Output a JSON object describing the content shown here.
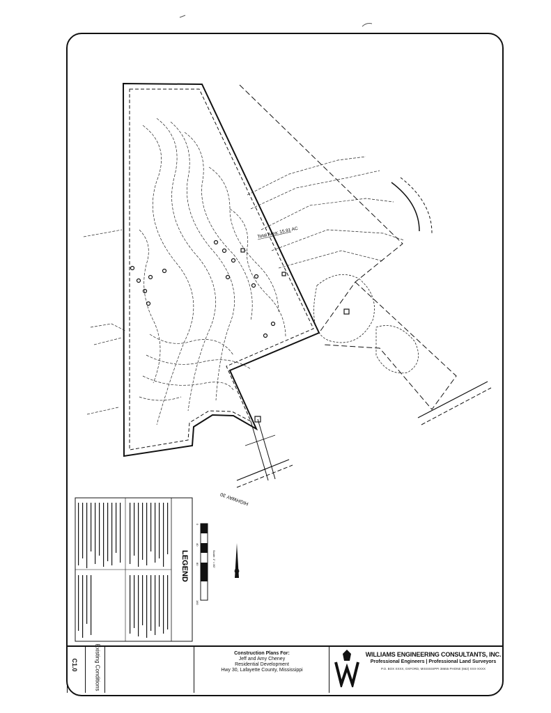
{
  "plan": {
    "area_label": "Total Area: 15.91 AC",
    "road_label": "HIGHWAY 30",
    "legend_title": "LEGEND",
    "scale_text": "Scale: 1\" = 80'",
    "scale_ticks": [
      "0",
      "40",
      "80",
      "160"
    ]
  },
  "title_block": {
    "sheet_number": "C1.0",
    "sheet_title": "Existing Conditions",
    "project_line1": "Construction Plans For:",
    "project_line2": "Jeff and Amy Cheney",
    "project_line3": "Residential Development",
    "project_line4": "Hwy 30, Lafayette County, Mississippi",
    "firm_name": "WILLIAMS ENGINEERING CONSULTANTS, INC.",
    "firm_disc_1": "Professional Engineers",
    "firm_disc_2": "Professional Land Surveyors",
    "firm_fine": "P.O. BOX XXXX, OXFORD, MISSISSIPPI 38655 PHONE (662) XXX-XXXX"
  },
  "colors": {
    "ink": "#111111",
    "paper": "#ffffff"
  }
}
